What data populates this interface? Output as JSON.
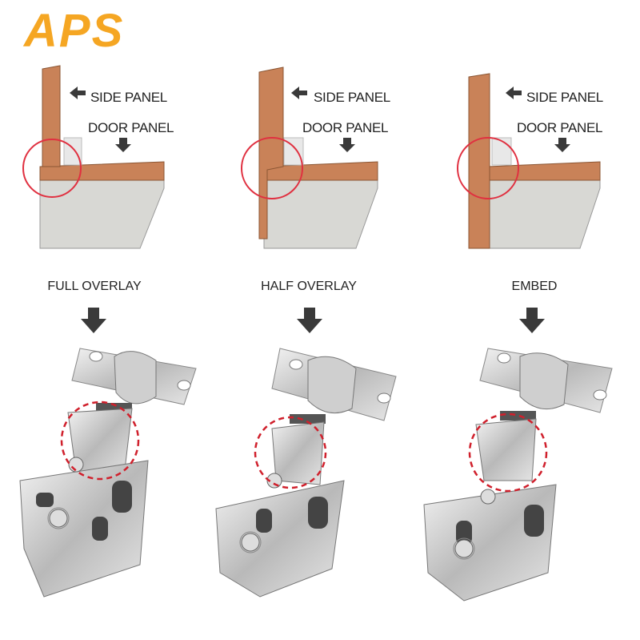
{
  "brand": {
    "logo_text": "APS",
    "color": "#f5a623"
  },
  "colors": {
    "wood": "#c98258",
    "wood_dark": "#a5623e",
    "panel_face": "#d8d8d4",
    "highlight": "#e03040",
    "arrow": "#3a3a3a"
  },
  "diagrams": [
    {
      "side_label": "SIDE PANEL",
      "door_label": "DOOR PANEL"
    },
    {
      "side_label": "SIDE PANEL",
      "door_label": "DOOR PANEL"
    },
    {
      "side_label": "SIDE PANEL",
      "door_label": "DOOR PANEL"
    }
  ],
  "overlay_types": [
    {
      "label": "FULL OVERLAY"
    },
    {
      "label": "HALF OVERLAY"
    },
    {
      "label": "EMBED"
    }
  ]
}
